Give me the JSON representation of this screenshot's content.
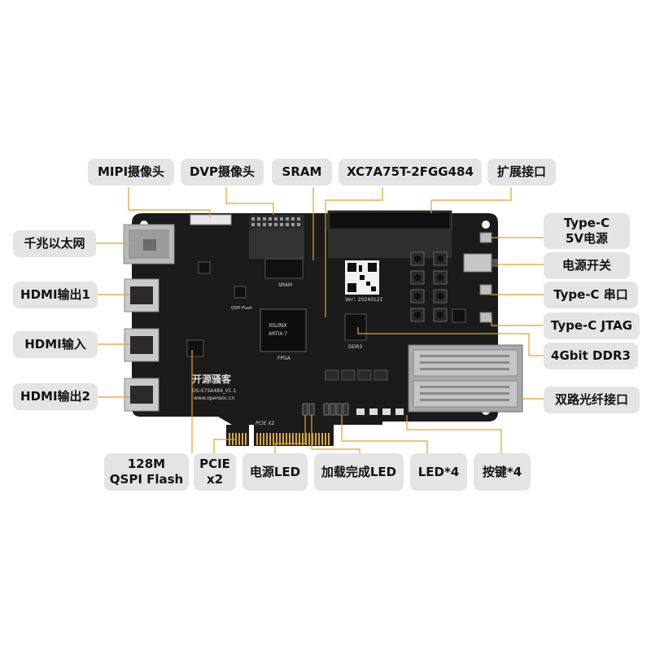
{
  "labels": {
    "mipi": "MIPI摄像头",
    "dvp": "DVP摄像头",
    "sram": "SRAM",
    "fpga_chip": "XC7A75T-2FGG484",
    "expansion": "扩展接口",
    "ethernet": "千兆以太网",
    "hdmi_out1": "HDMI输出1",
    "hdmi_in": "HDMI输入",
    "hdmi_out2": "HDMI输出2",
    "typec_power": "Type-C\n5V电源",
    "power_switch": "电源开关",
    "typec_uart": "Type-C 串口",
    "typec_jtag": "Type-C JTAG",
    "ddr3": "4Gbit DDR3",
    "sfp": "双路光纤接口",
    "qspi": "128M\nQSPI Flash",
    "pcie": "PCIE\nx2",
    "power_led": "电源LED",
    "done_led": "加载完成LED",
    "led4": "LED*4",
    "keys4": "按键*4"
  },
  "silkscreen": {
    "board_name": "开源骚客",
    "board_model": "OS-X75A484_V1.1",
    "website": "www.opensoc.cn",
    "version": "Ver：20240121",
    "pcie_x2": "PCIE X2",
    "fpga": "FPGA",
    "sram": "SRAM",
    "ddr3": "DDR3",
    "qspi_flash": "QSPI Flash",
    "chip_brand": "XILINX",
    "chip_family": "ARTIX-7"
  },
  "colors": {
    "board": "#1b1b1b",
    "leader_line": "#e8a020",
    "label_bg": "#e4e4e4",
    "gold": "#d9a93a"
  }
}
